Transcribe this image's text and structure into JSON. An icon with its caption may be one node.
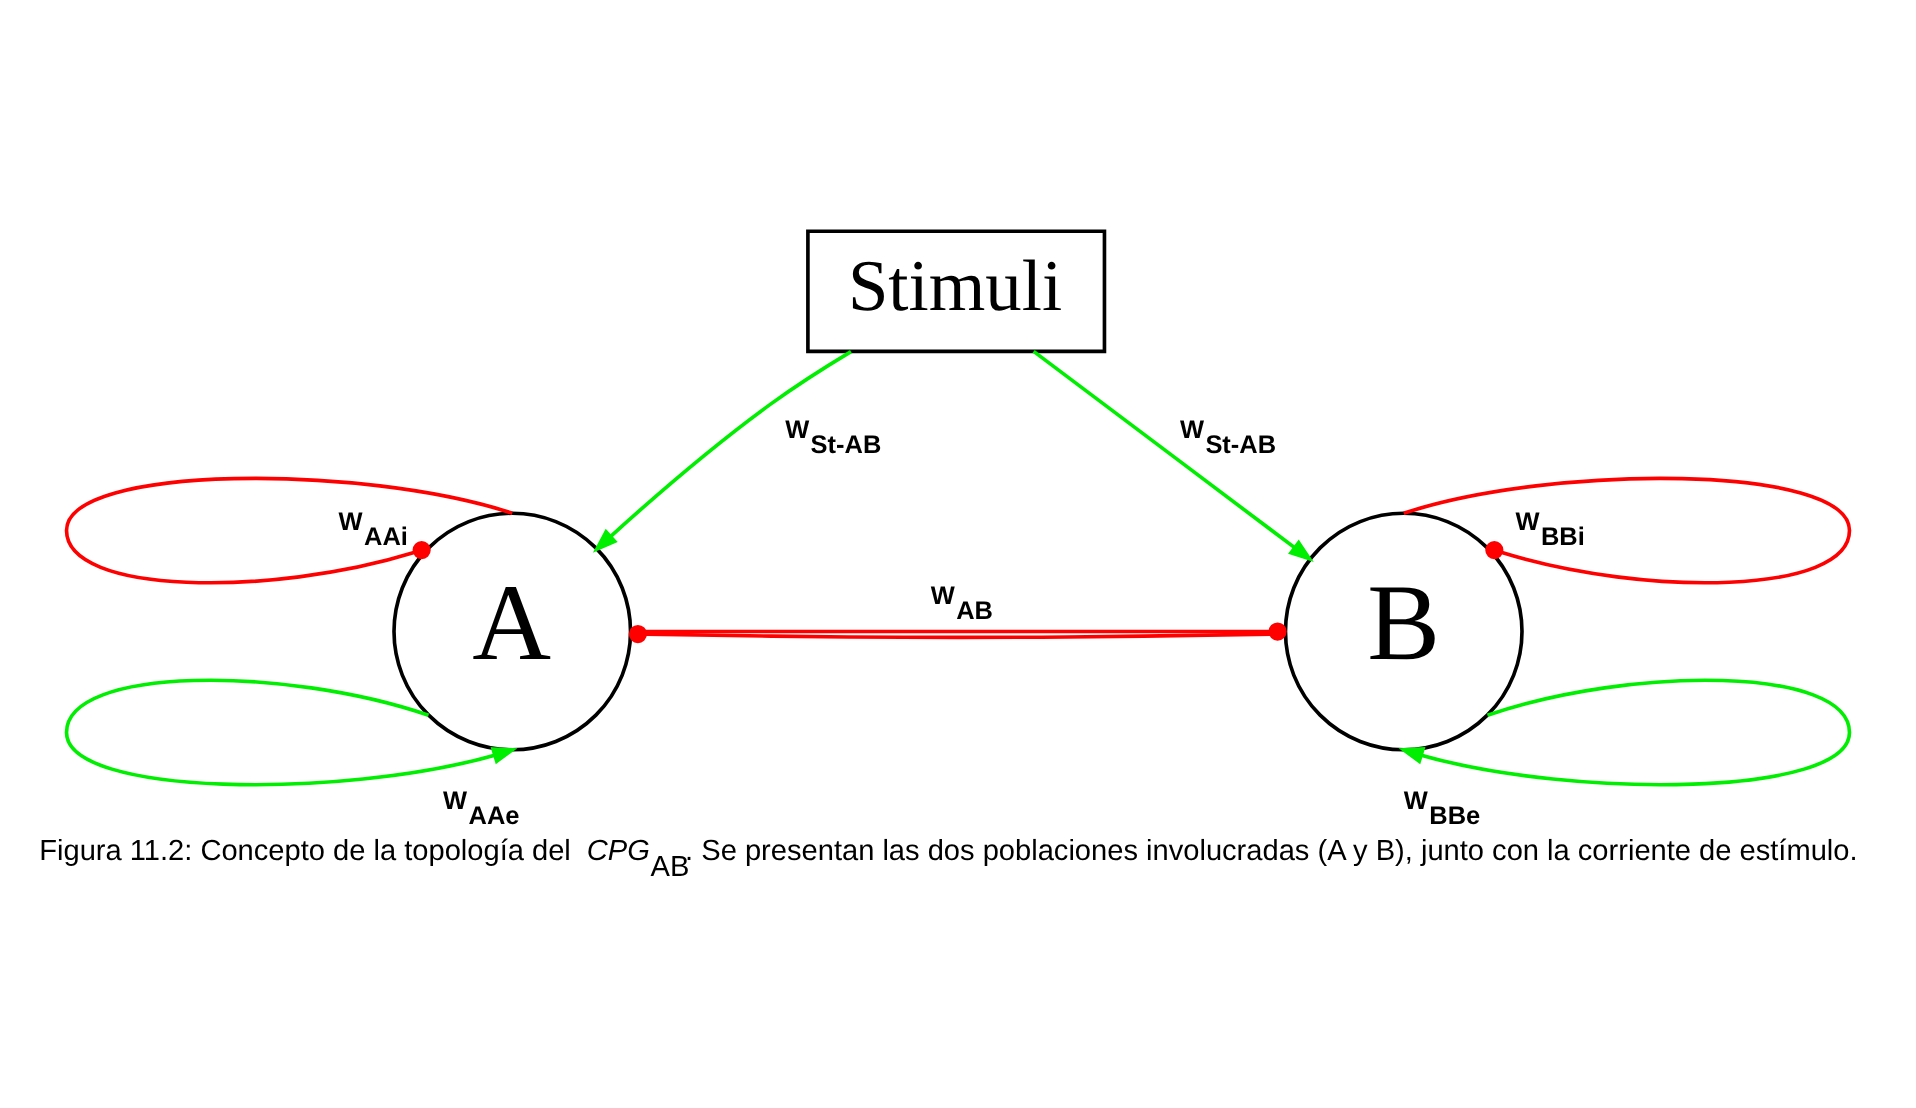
{
  "diagram": {
    "caption": "Figura 11.2: Concepto de la topología del *CPG*$_{AB}$. Se presentan las dos poblaciones involucradas (A y B), junto con la corriente de estímulo.",
    "nodes": [
      {
        "text": [
          "Stimuli"
        ]
      },
      {
        "text": [
          "A"
        ]
      },
      {
        "text": [
          "B"
        ]
      }
    ],
    "edges": [
      {
        "from": 0,
        "to": 1,
        "arrow": "to",
        "label": "W$_{St-AB}$",
        "color": "#00ee00"
      },
      {
        "from": 0,
        "to": 2,
        "arrow": "to",
        "label": "W$_{St-AB}$",
        "color": "#00ee00"
      },
      {
        "from": 1,
        "to": 2,
        "arrow": "other",
        "label": "W$_{AB}$",
        "color": "#ff0000"
      },
      {
        "from": 2,
        "to": 1,
        "arrow": "other",
        "color": "#ff0000"
      },
      {
        "from": 1,
        "to": 1,
        "arrow": "other",
        "label": "W$_{AAi}$",
        "color": "#ff0000"
      },
      {
        "from": 1,
        "to": 1,
        "arrow": "to",
        "label": "W$_{AAe}$",
        "color": "#00ee00"
      },
      {
        "from": 2,
        "to": 2,
        "arrow": "other",
        "label": "W$_{BBi}$",
        "color": "#ff0000"
      },
      {
        "from": 2,
        "to": 2,
        "arrow": "to",
        "label": "W$_{BBe}$",
        "color": "#00ee00"
      }
    ]
  }
}
